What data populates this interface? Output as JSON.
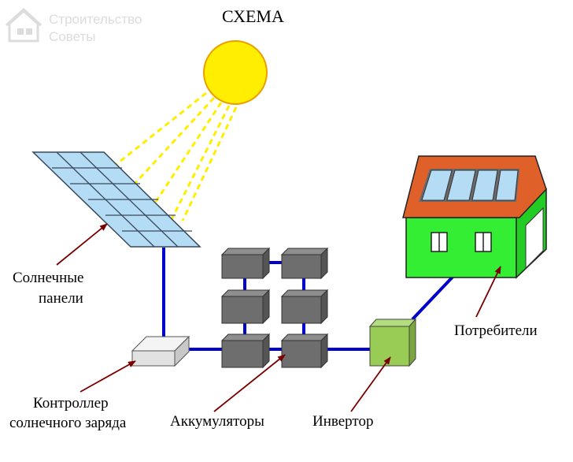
{
  "title": "СХЕМА",
  "watermark": {
    "line1": "Строительство",
    "line2": "Советы"
  },
  "labels": {
    "panels_line1": "Солнечные",
    "panels_line2": "панели",
    "controller_line1": "Контроллер",
    "controller_line2": "солнечного заряда",
    "batteries": "Аккумуляторы",
    "inverter": "Инвертор",
    "consumers": "Потребители"
  },
  "colors": {
    "sun": "#ffee00",
    "sun_outline": "#e8a000",
    "rays": "#ffee00",
    "panel_cell": "#b5dcf5",
    "panel_grid": "#3a4a5a",
    "wire": "#0000cc",
    "battery": "#6e6e6e",
    "controller": "#e8e8e8",
    "inverter": "#99cc55",
    "house_wall": "#33ee33",
    "roof": "#e0602a",
    "arrow": "#7a0000"
  }
}
